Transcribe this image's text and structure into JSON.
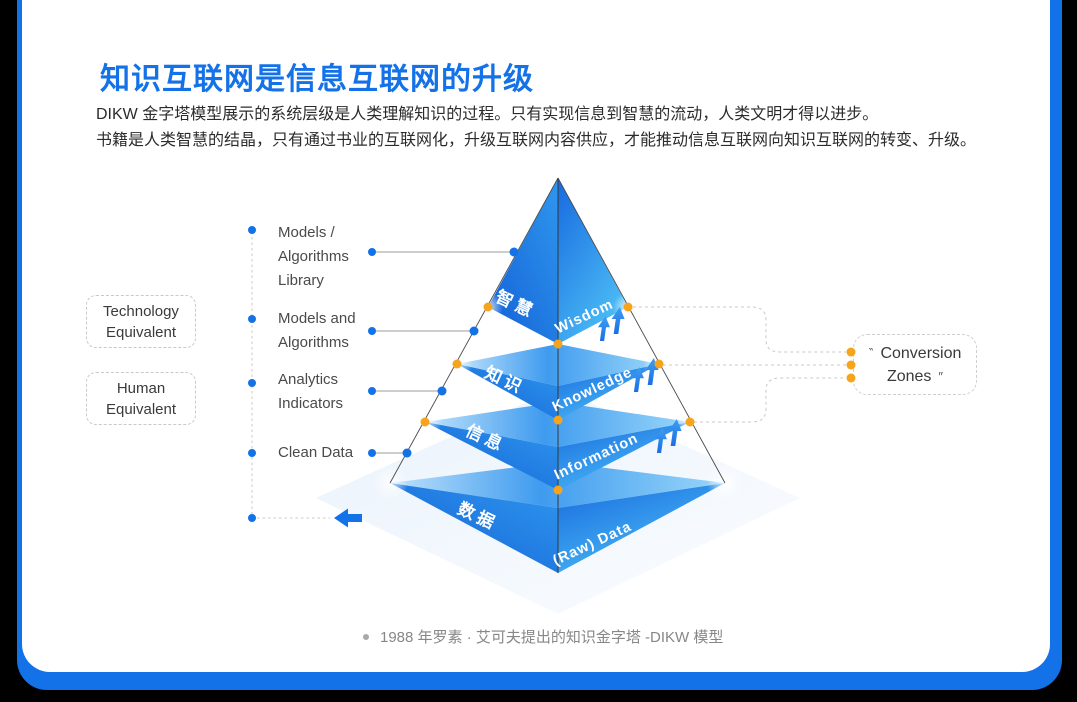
{
  "title": "知识互联网是信息互联网的升级",
  "description": {
    "line1": "DIKW 金字塔模型展示的系统层级是人类理解知识的过程。只有实现信息到智慧的流动，人类文明才得以进步。",
    "line2": "书籍是人类智慧的结晶，只有通过书业的互联网化，升级互联网内容供应，才能推动信息互联网向知识互联网的转变、升级。"
  },
  "equivalent_boxes": {
    "technology": "Technology Equivalent",
    "human": "Human Equivalent"
  },
  "tech_stack_items": [
    "Models / Algorithms Library",
    "Models and Algorithms",
    "Analytics Indicators",
    "Clean Data"
  ],
  "conversion_box": {
    "mark_left": "‶",
    "line1": "Conversion",
    "line2": "Zones",
    "mark_right": "″"
  },
  "pyramid": {
    "levels": [
      {
        "zh": "智慧",
        "en": "Wisdom"
      },
      {
        "zh": "知识",
        "en": "Knowledge"
      },
      {
        "zh": "信息",
        "en": "Information"
      },
      {
        "zh": "数据",
        "en": "(Raw) Data"
      }
    ]
  },
  "caption": "1988 年罗素 · 艾可夫提出的知识金字塔 -DIKW 模型",
  "colors": {
    "accent_blue": "#1472e8",
    "orange_dot": "#f7a41d",
    "face_dark_blue": "#1360d6",
    "face_light_blue": "#4fc3f7"
  }
}
